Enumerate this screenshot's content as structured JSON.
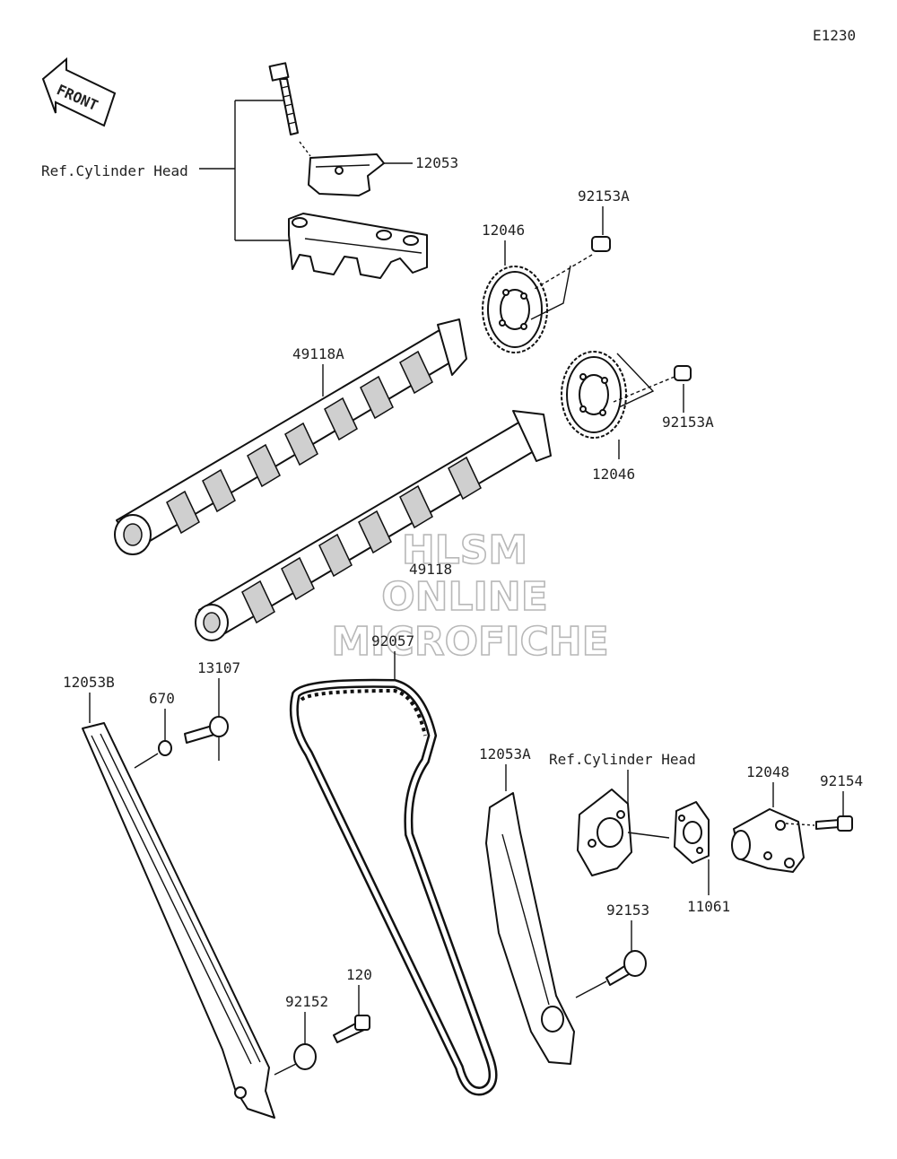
{
  "diagram_code": "E1230",
  "front_label": "FRONT",
  "watermark": {
    "line1": "HLSM",
    "line2": "ONLINE",
    "line3": "MICROFICHE"
  },
  "refs": {
    "cylinder_head_1": "Ref.Cylinder Head",
    "cylinder_head_2": "Ref.Cylinder Head"
  },
  "parts": {
    "p12053": "12053",
    "p92153A_top": "92153A",
    "p12046_top": "12046",
    "p49118A": "49118A",
    "p92153A_right": "92153A",
    "p12046_bottom": "12046",
    "p49118": "49118",
    "p92057": "92057",
    "p12053B": "12053B",
    "p13107": "13107",
    "p670": "670",
    "p12053A": "12053A",
    "p12048": "12048",
    "p92154": "92154",
    "p11061": "11061",
    "p92153": "92153",
    "p120": "120",
    "p92152": "92152"
  }
}
